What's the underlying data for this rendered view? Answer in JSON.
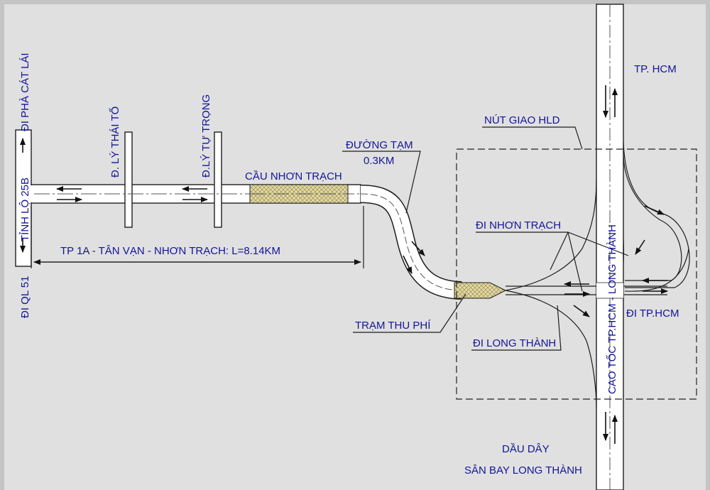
{
  "colors": {
    "background": "#e0e0e0",
    "frame": "#c4c4c4",
    "road": "#ffffff",
    "outline": "#1e1e1e",
    "label": "#14149a",
    "bridge_fill": "#e3d9a2",
    "dashed_box": "#222222"
  },
  "labels": {
    "di_pha_cat_lai": "ĐI PHÀ CÁT LÁI",
    "tinh_lo_25b": "TỈNH LỘ 25B",
    "di_ql51": "ĐI QL 51",
    "d_ly_thai_to": "Đ. LÝ THÁI TỔ",
    "d_ly_tu_trong": "Đ.LÝ TỰ TRỌNG",
    "cau_nhon_trach": "CẦU NHƠN TRẠCH",
    "duong_tam_line1": "ĐƯỜNG TẠM",
    "duong_tam_line2": "0.3KM",
    "nut_giao": "NÚT GIAO HLD",
    "tp_hcm": "TP. HCM",
    "di_nhon_trach": "ĐI NHƠN TRẠCH",
    "cao_toc": "CAO TỐC TP.HCM - LONG THÀNH",
    "di_tp_hcm": "ĐI TP.HCM",
    "tram_thu_phi": "TRẠM THU PHÍ",
    "di_long_thanh": "ĐI LONG THÀNH",
    "route_length": "TP 1A - TÂN VẠN - NHƠN TRẠCH: L=8.14KM",
    "dau_day": "DẦU DÂY",
    "san_bay": "SÂN BAY LONG THÀNH"
  }
}
